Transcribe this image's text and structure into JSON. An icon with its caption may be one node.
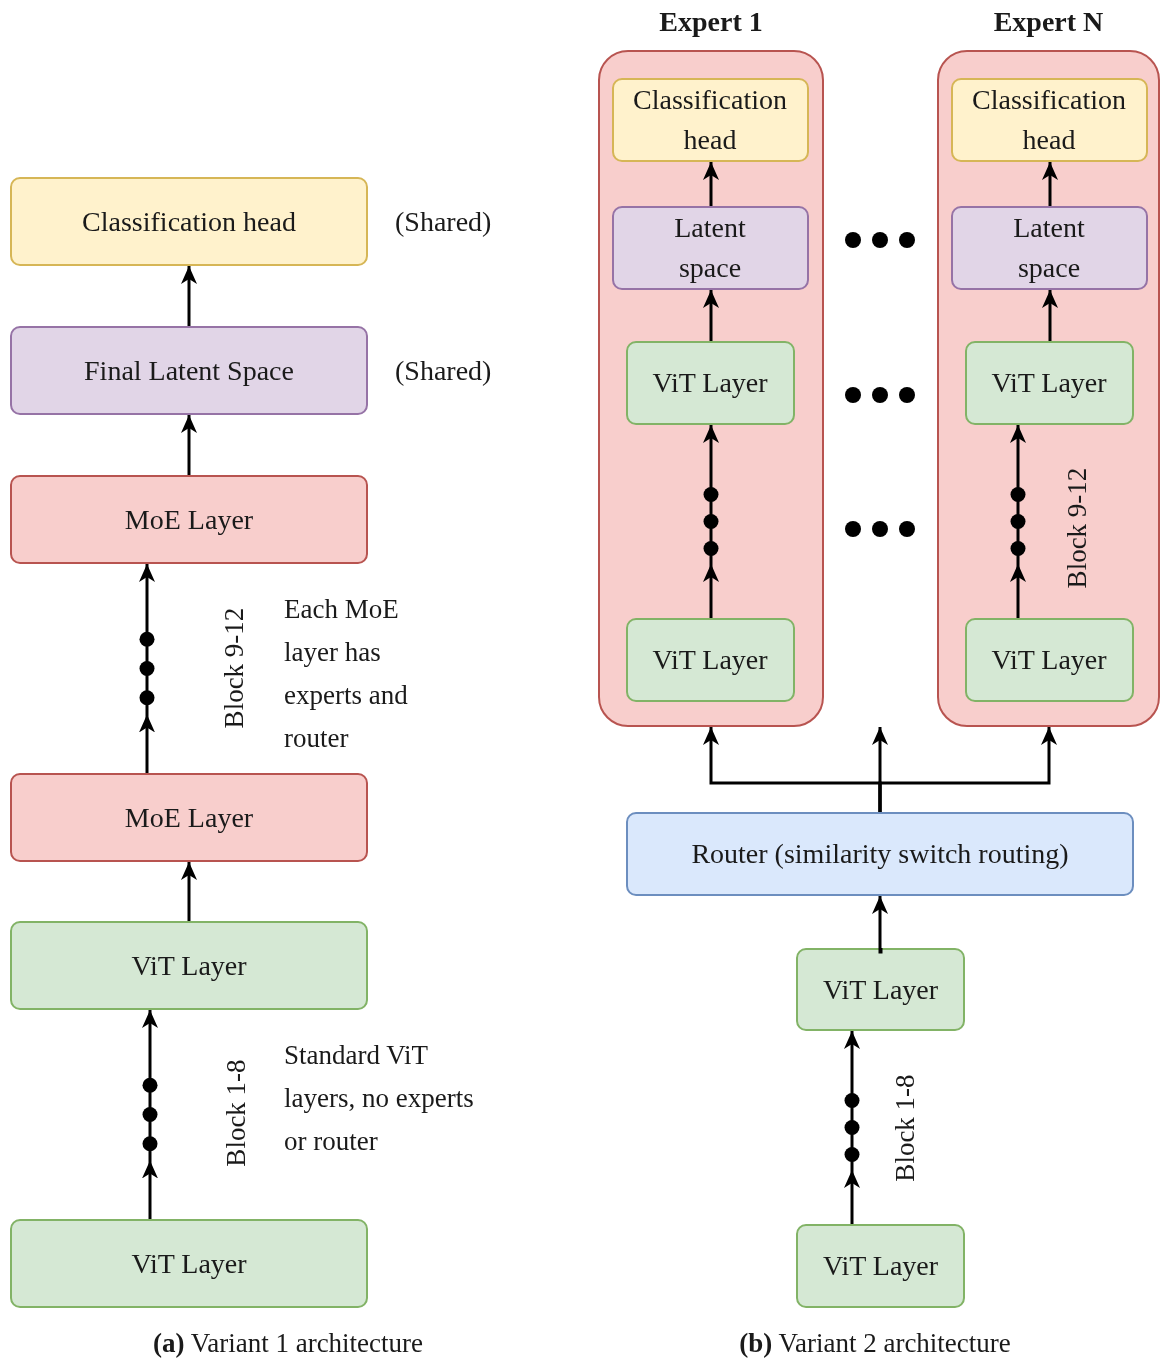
{
  "diagram": {
    "nodes": [
      {
        "text": [
          "Classification head"
        ],
        "beside": [
          "(Shared)"
        ]
      },
      {
        "text": [
          "Final Latent Space"
        ],
        "beside": [
          "(Shared)"
        ]
      },
      {
        "text": [
          "MoE Layer"
        ]
      },
      {
        "text": [
          "MoE Layer"
        ]
      },
      {
        "text": [
          "ViT Layer"
        ]
      },
      {
        "text": [
          "ViT Layer"
        ]
      },
      {
        "text": [
          "Expert 1"
        ]
      },
      {
        "text": [
          "Classification head"
        ],
        "in": 6
      },
      {
        "text": [
          "Latent space"
        ],
        "in": 6
      },
      {
        "text": [
          "ViT Layer"
        ],
        "in": 6
      },
      {
        "text": [
          "ViT Layer"
        ],
        "in": 6
      },
      {
        "text": [
          "Expert N"
        ]
      },
      {
        "text": [
          "Classification head"
        ],
        "in": 11
      },
      {
        "text": [
          "Latent space"
        ],
        "in": 11
      },
      {
        "text": [
          "ViT Layer"
        ],
        "in": 11
      },
      {
        "text": [
          "ViT Layer"
        ],
        "in": 11
      },
      {
        "text": [
          "Router (similarity switch routing)"
        ]
      },
      {
        "text": [
          "ViT Layer"
        ]
      },
      {
        "text": [
          "ViT Layer"
        ]
      }
    ],
    "edges": [
      {
        "from": 5,
        "to": 4,
        "arrow": "to"
      },
      {
        "from": 4,
        "to": 3,
        "arrow": "to"
      },
      {
        "from": 3,
        "to": 2,
        "arrow": "to"
      },
      {
        "from": 2,
        "to": 1,
        "arrow": "to"
      },
      {
        "from": 1,
        "to": 0,
        "arrow": "to"
      },
      {
        "from": 10,
        "to": 9,
        "arrow": "to"
      },
      {
        "from": 9,
        "to": 8,
        "arrow": "to"
      },
      {
        "from": 8,
        "to": 7,
        "arrow": "to"
      },
      {
        "from": 15,
        "to": 14,
        "arrow": "to"
      },
      {
        "from": 14,
        "to": 13,
        "arrow": "to"
      },
      {
        "from": 13,
        "to": 12,
        "arrow": "to"
      },
      {
        "from": 18,
        "to": 17,
        "arrow": "to"
      },
      {
        "from": 17,
        "to": 16,
        "arrow": "to"
      },
      {
        "from": 16,
        "to": 6,
        "arrow": "to"
      },
      {
        "from": 16,
        "to": null,
        "arrow": "to"
      },
      {
        "from": 16,
        "to": 11,
        "arrow": "to"
      }
    ],
    "labels": [
      "Block 9-12",
      "Each MoE layer has experts and router",
      "Block 1-8",
      "Standard ViT layers, no experts or router",
      "Block 9-12",
      "Block 1-8",
      "**(a)** Variant 1 architecture",
      "**(b)** Variant 2 architecture"
    ]
  }
}
